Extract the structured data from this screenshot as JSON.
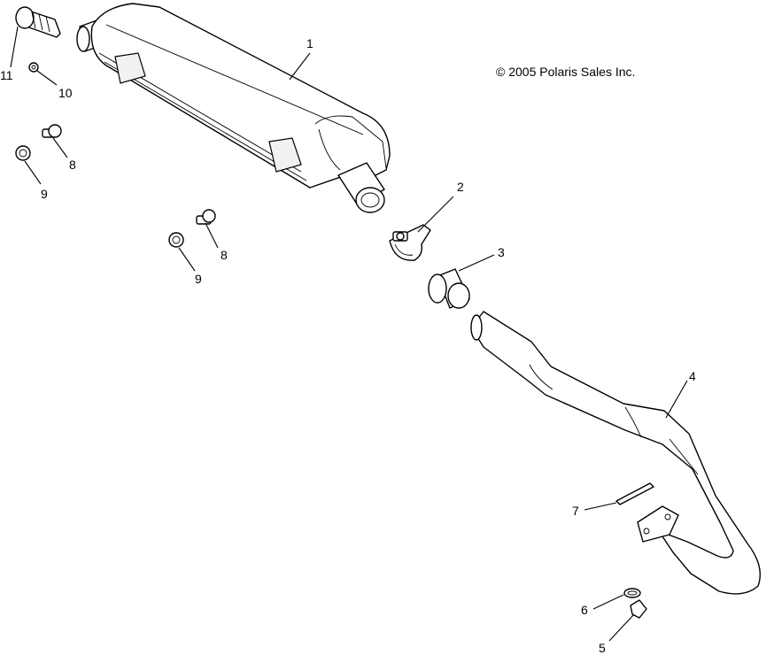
{
  "copyright": "© 2005 Polaris Sales Inc.",
  "callouts": {
    "c1": "1",
    "c2": "2",
    "c3": "3",
    "c4": "4",
    "c5": "5",
    "c6": "6",
    "c7": "7",
    "c8a": "8",
    "c8b": "8",
    "c9a": "9",
    "c9b": "9",
    "c10": "10",
    "c11": "11"
  }
}
